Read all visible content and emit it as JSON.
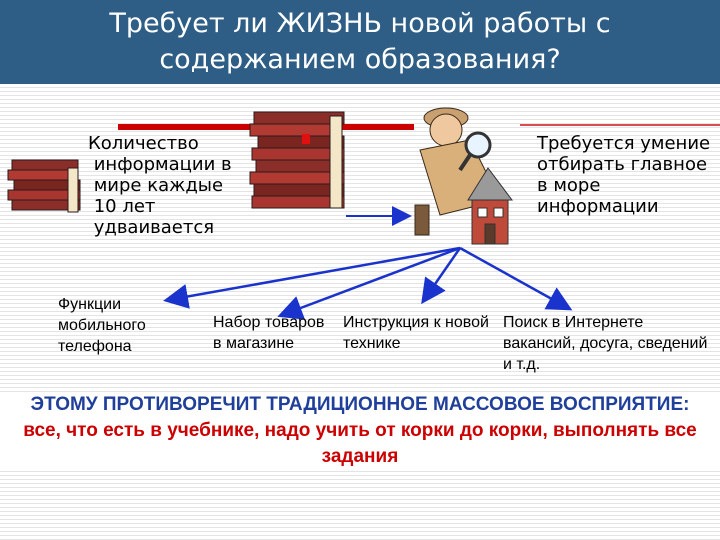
{
  "title": "Требует ли ЖИЗНЬ новой работы с содержанием образования?",
  "left_text": "Количество\n информации в\n мире каждые\n 10 лет\n удваивается",
  "right_text": "Требуется умение отбирать главное в море информации",
  "categories": [
    "Функции мобильного телефона",
    "Набор товаров в магазине",
    "Инструкция к новой технике",
    "Поиск в Интернете вакансий, досуга, сведений и т.д."
  ],
  "conclusion": {
    "line1": "ЭТОМУ ПРОТИВОРЕЧИТ ТРАДИЦИОННОЕ МАССОВОЕ ВОСПРИЯТИЕ:",
    "line2": "все, что есть в учебнике, надо учить от корки до корки, выполнять все задания"
  },
  "colors": {
    "header": "#2e5d86",
    "arrows": "#1a33cc",
    "accent_red": "#cc0000",
    "conclusion_blue": "#1f3f9a"
  },
  "icons": [
    "book-stack-icon",
    "detective-icon",
    "house-icon"
  ]
}
